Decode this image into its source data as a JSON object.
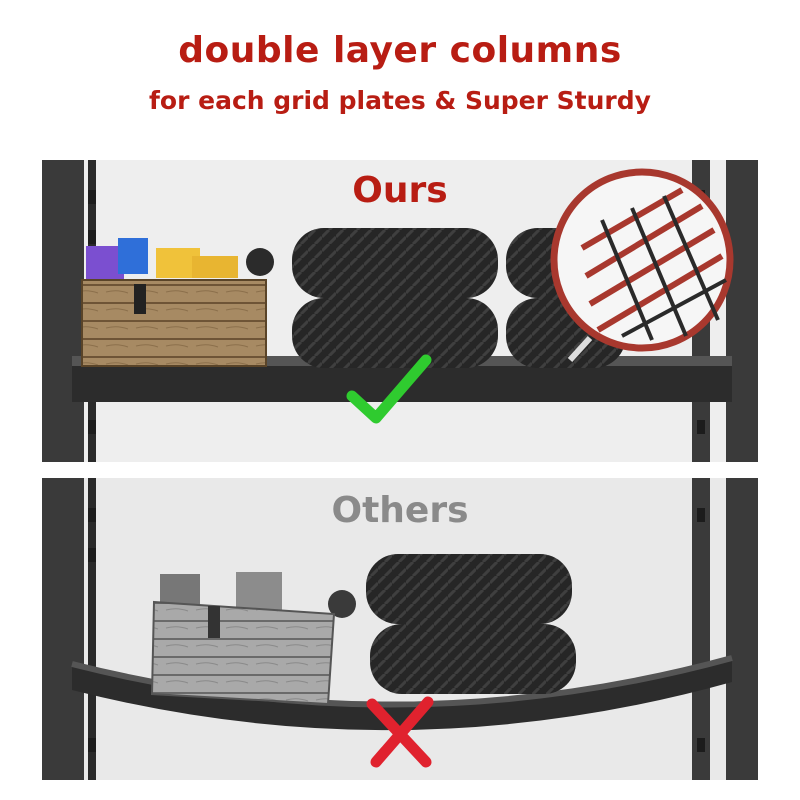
{
  "headline": {
    "title": "double layer columns",
    "subtitle": "for each grid plates & Super Sturdy"
  },
  "panels": {
    "ours": {
      "label": "Ours",
      "result_icon": "checkmark-icon",
      "accent": "#2fcb2f"
    },
    "others": {
      "label": "Others",
      "result_icon": "cross-icon",
      "accent": "#e0222e"
    }
  },
  "colors": {
    "headline": "#b81d13",
    "others_label": "#8a8a8a",
    "grid_zoom": "#a8382e"
  },
  "zoom_icon": "grid-plate-zoom-icon"
}
